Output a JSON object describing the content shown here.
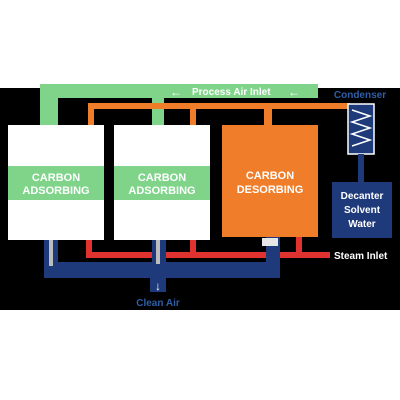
{
  "diagram": {
    "vessels": [
      {
        "line1": "CARBON",
        "line2": "ADSORBING"
      },
      {
        "line1": "CARBON",
        "line2": "ADSORBING"
      },
      {
        "line1": "CARBON",
        "line2": "DESORBING"
      }
    ],
    "labels": {
      "process_air_inlet": "Process Air Inlet",
      "condenser": "Condenser",
      "steam_inlet": "Steam Inlet",
      "clean_air": "Clean Air",
      "decanter_line1": "Decanter",
      "decanter_line2": "Solvent",
      "decanter_line3": "Water"
    },
    "arrows": {
      "left": "←",
      "down": "↓"
    },
    "colors": {
      "background": "#000000",
      "process_air": "#7fd48a",
      "solvent_vapor": "#ef7d2a",
      "steam": "#e0322e",
      "clean_air": "#1f3a7a",
      "adsorb_band": "#7fd48a",
      "desorb_vessel": "#ef7d2a",
      "decanter": "#1f3a7a",
      "label_blue": "#2f5fa8"
    }
  }
}
